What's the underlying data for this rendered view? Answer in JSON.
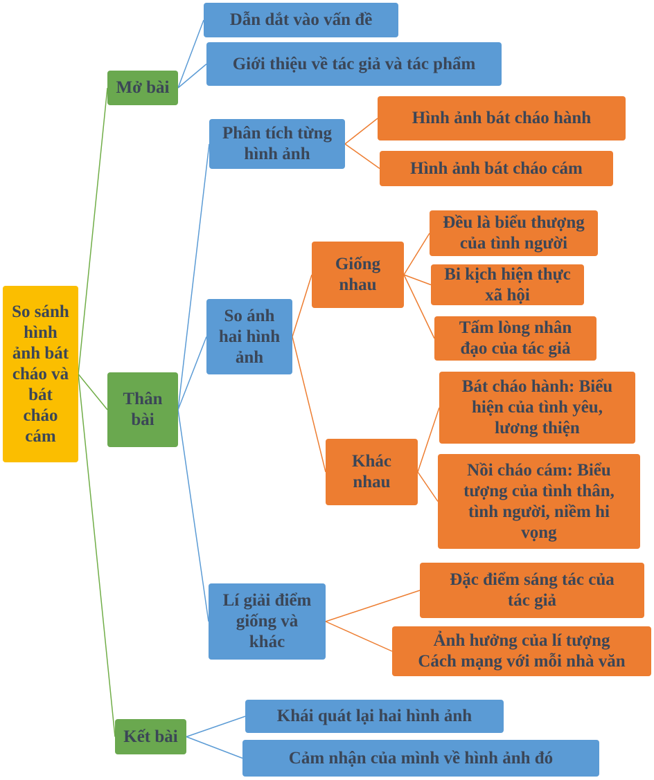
{
  "colors": {
    "root": "#fbbe00",
    "level1": "#6aa84f",
    "level2": "#5b9bd5",
    "level3": "#ed7d31",
    "text": "#3b4657",
    "line_green": "#70ad47",
    "line_blue": "#5b9bd5",
    "line_orange": "#ed7d31"
  },
  "root": {
    "label": "So sánh\nhình\nảnh bát\ncháo và\nbát\ncháo\ncám"
  },
  "mo_bai": {
    "label": "Mở bài",
    "items": [
      "Dẫn dắt vào vấn đề",
      "Giới thiệu về tác giả và tác phẩm"
    ]
  },
  "than_bai": {
    "label": "Thân\nbài",
    "phan_tich": {
      "label": "Phân tích từng\nhình ảnh",
      "items": [
        "Hình ảnh bát cháo hành",
        "Hình ảnh bát cháo cám"
      ]
    },
    "so_anh": {
      "label": "So ánh\nhai hình\nảnh",
      "giong": {
        "label": "Giống\nnhau",
        "items": [
          "Đều là biểu thượng\ncủa tình người",
          "Bi kịch hiện thực\nxã hội",
          "Tấm lòng nhân\nđạo của tác giả"
        ]
      },
      "khac": {
        "label": "Khác\nnhau",
        "items": [
          "Bát cháo hành: Biểu\nhiện của tình yêu,\nlương thiện",
          "Nồi cháo cám: Biểu\ntượng của tình thân,\ntình người, niềm hi\nvọng"
        ]
      }
    },
    "li_giai": {
      "label": "Lí giải điểm\ngiống và\nkhác",
      "items": [
        "Đặc điểm sáng tác của\ntác giả",
        "Ảnh hưởng của lí tượng\nCách mạng với mỗi nhà văn"
      ]
    }
  },
  "ket_bai": {
    "label": "Kết bài",
    "items": [
      "Khái quát lại hai hình ảnh",
      "Cảm nhận của mình về hình ảnh đó"
    ]
  }
}
